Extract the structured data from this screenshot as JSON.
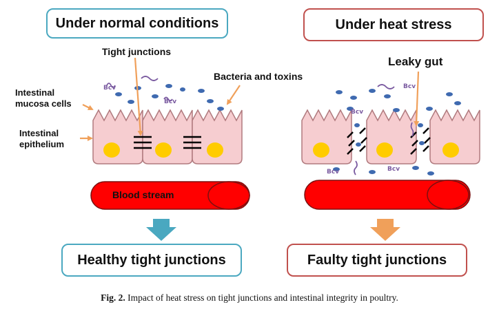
{
  "left_panel": {
    "title": "Under normal conditions",
    "tight_junctions_label": "Tight junctions",
    "bacteria_label": "Bacteria and toxins",
    "mucosa_label_line1": "Intestinal",
    "mucosa_label_line2": "mucosa cells",
    "epithelium_label_line1": "Intestinal",
    "epithelium_label_line2": "epithelium",
    "blood_label": "Blood stream",
    "outcome": "Healthy tight junctions"
  },
  "right_panel": {
    "title": "Under heat stress",
    "leaky_label": "Leaky gut",
    "outcome": "Faulty tight junctions"
  },
  "caption": {
    "fig": "Fig. 2.",
    "text": " Impact of heat stress on tight junctions and intestinal integrity in poultry."
  },
  "colors": {
    "cell_fill": "#f6cdd0",
    "cell_stroke": "#b07a7e",
    "nucleus": "#ffcc00",
    "blood": "#ff0000",
    "bacteria": "#3f6ab0",
    "toxin": "#7a5aa0",
    "label_arrow": "#f0a05a",
    "down_arrow_left": "#4aa8c0",
    "down_arrow_right": "#f0a05a"
  }
}
